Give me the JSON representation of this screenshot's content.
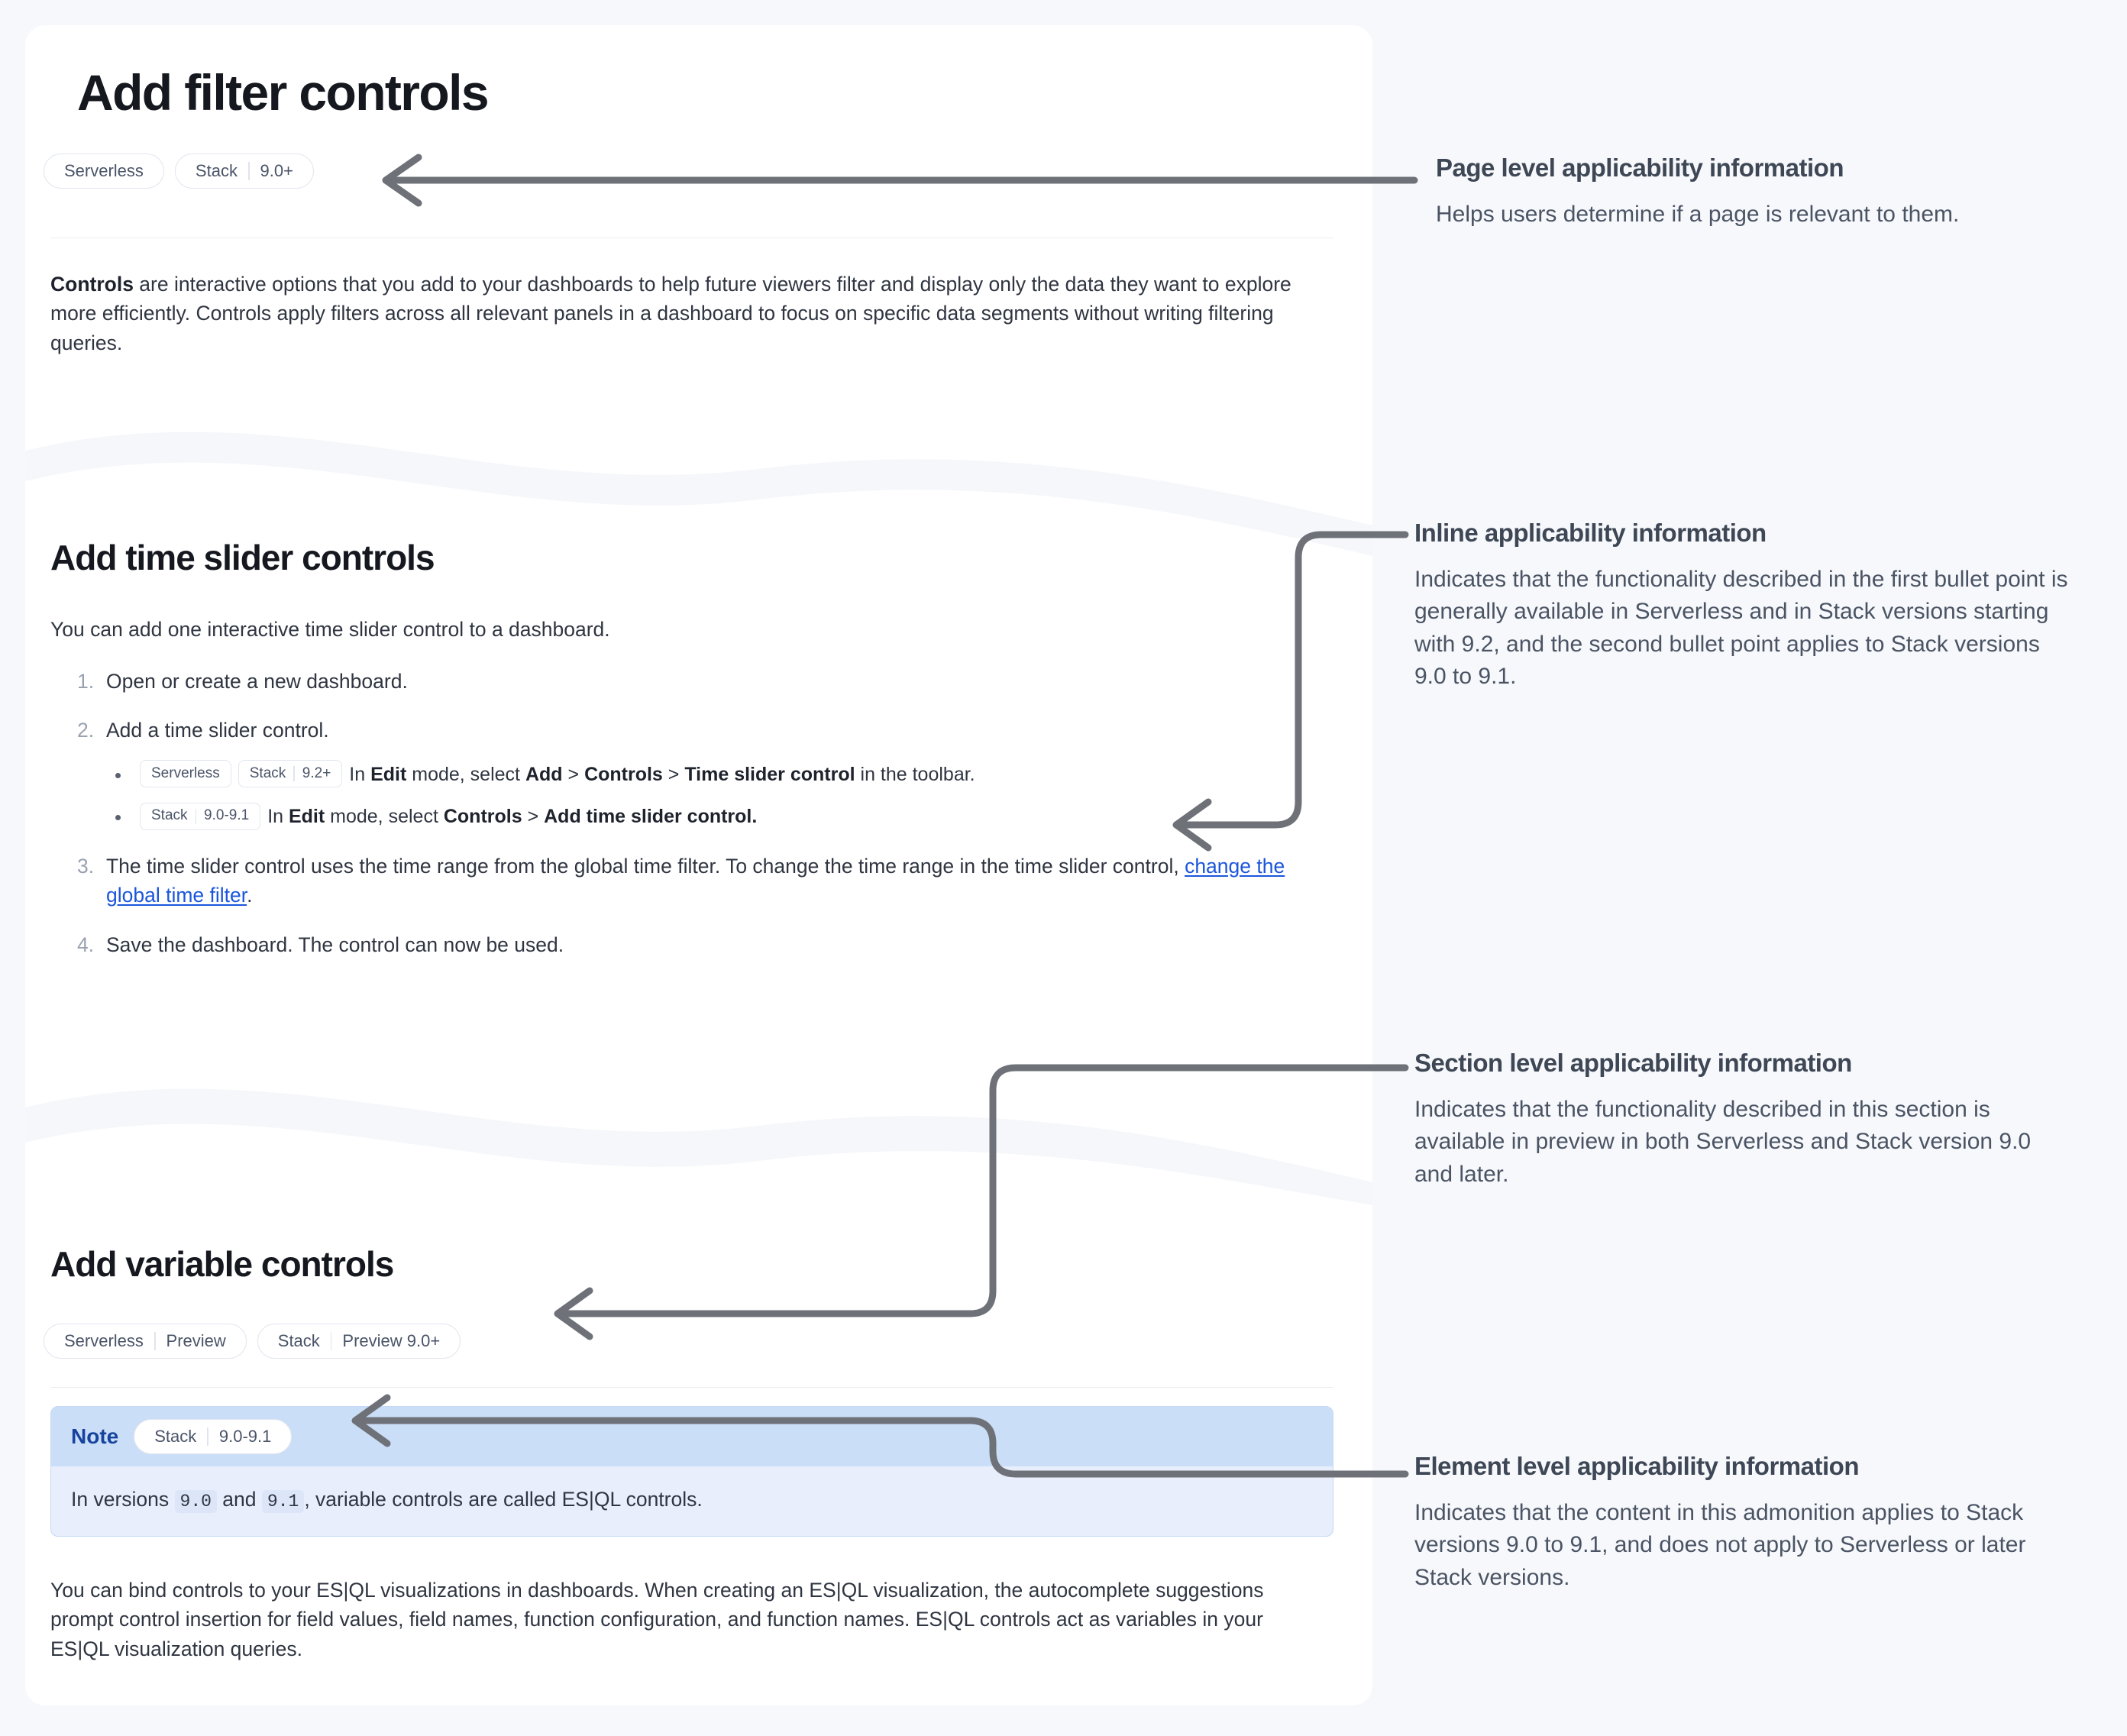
{
  "page": {
    "title": "Add filter controls",
    "badges": [
      {
        "segments": [
          "Serverless"
        ]
      },
      {
        "segments": [
          "Stack",
          "9.0+"
        ]
      }
    ],
    "intro": {
      "lead": "Controls",
      "rest": " are interactive options that you add to your dashboards to help future viewers filter and display only the data they want to explore more efficiently. Controls apply filters across all relevant panels in a dashboard to focus on specific data segments without writing filtering queries."
    }
  },
  "time_slider_section": {
    "title": "Add time slider controls",
    "intro": "You can add one interactive time slider control to a dashboard.",
    "steps": [
      {
        "text": "Open or create a new dashboard."
      },
      {
        "text": "Add a time slider control.",
        "bullets": [
          {
            "badges": [
              {
                "segments": [
                  "Serverless"
                ]
              },
              {
                "segments": [
                  "Stack",
                  "9.2+"
                ]
              }
            ],
            "parts": [
              {
                "t": "In ",
                "b": false
              },
              {
                "t": "Edit",
                "b": true
              },
              {
                "t": " mode, select ",
                "b": false
              },
              {
                "t": "Add",
                "b": true
              },
              {
                "t": " > ",
                "b": false
              },
              {
                "t": "Controls",
                "b": true
              },
              {
                "t": " > ",
                "b": false
              },
              {
                "t": "Time slider control",
                "b": true
              },
              {
                "t": " in the toolbar.",
                "b": false
              }
            ]
          },
          {
            "badges": [
              {
                "segments": [
                  "Stack",
                  "9.0-9.1"
                ]
              }
            ],
            "parts": [
              {
                "t": "In ",
                "b": false
              },
              {
                "t": "Edit",
                "b": true
              },
              {
                "t": " mode, select ",
                "b": false
              },
              {
                "t": "Controls",
                "b": true
              },
              {
                "t": " > ",
                "b": false
              },
              {
                "t": "Add time slider control.",
                "b": true
              }
            ]
          }
        ]
      },
      {
        "text_before_link": "The time slider control uses the time range from the global time filter. To change the time range in the time slider control, ",
        "link": "change the global time filter",
        "text_after_link": "."
      },
      {
        "text": "Save the dashboard. The control can now be used."
      }
    ]
  },
  "variable_section": {
    "title": "Add variable controls",
    "badges": [
      {
        "segments": [
          "Serverless",
          "Preview"
        ]
      },
      {
        "segments": [
          "Stack",
          "Preview 9.0+"
        ]
      }
    ],
    "note": {
      "label": "Note",
      "badge": {
        "segments": [
          "Stack",
          "9.0-9.1"
        ]
      },
      "body_parts": [
        {
          "t": "In versions ",
          "code": false
        },
        {
          "t": "9.0",
          "code": true
        },
        {
          "t": " and ",
          "code": false
        },
        {
          "t": "9.1",
          "code": true
        },
        {
          "t": ", variable controls are called ES|QL controls.",
          "code": false
        }
      ]
    },
    "paragraph": "You can bind controls to your ES|QL visualizations in dashboards. When creating an ES|QL visualization, the autocomplete suggestions prompt control insertion for field values, field names, function configuration, and function names. ES|QL controls act as variables in your ES|QL visualization queries."
  },
  "annotations": [
    {
      "id": "page-level",
      "title": "Page level applicability information",
      "body": "Helps users determine if a page is relevant to them."
    },
    {
      "id": "inline",
      "title": "Inline applicability information",
      "body": "Indicates that the functionality described in the first bullet point is generally available in Serverless and in Stack versions starting with 9.2, and the second bullet point applies to Stack versions 9.0 to 9.1."
    },
    {
      "id": "section-level",
      "title": "Section level applicability information",
      "body": "Indicates that the functionality described in this section is available in preview in both Serverless and Stack version 9.0 and later."
    },
    {
      "id": "element-level",
      "title": "Element level applicability information",
      "body": "Indicates that the content in this admonition applies to Stack versions 9.0 to 9.1, and does not apply to Serverless or later Stack versions."
    }
  ],
  "colors": {
    "page_background": "#f7f8fb",
    "panel": "#ffffff",
    "wave": "#f5f7fb",
    "badge_text": "#4a5468",
    "badge_border": "#e2e6ee",
    "link": "#1a56db",
    "note_header": "#cbdef7",
    "note_body": "#e8eefc",
    "note_label": "#15439e",
    "connector": "#6e7278",
    "annotation_title": "#3e4755",
    "annotation_body": "#4a5464"
  }
}
